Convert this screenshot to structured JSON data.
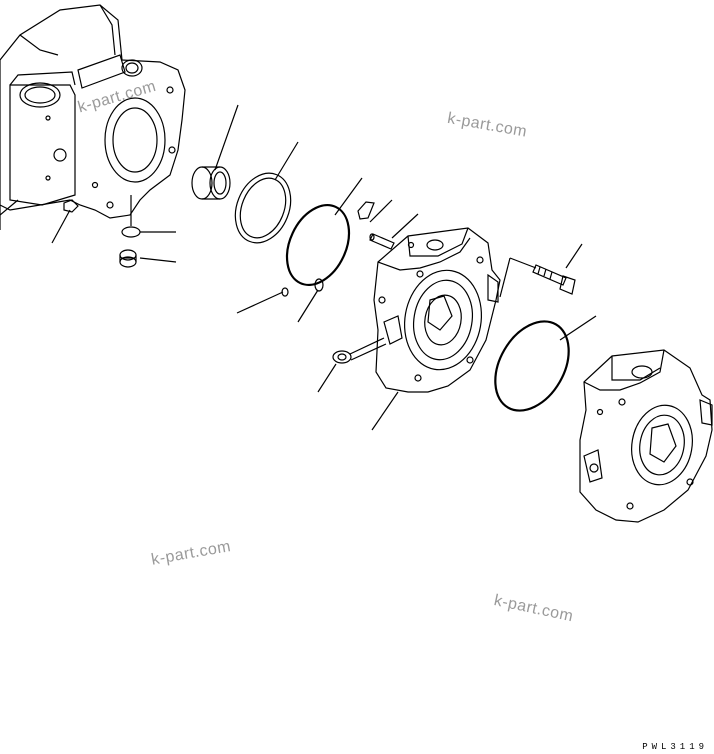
{
  "watermarks": {
    "w1": "k-part.com",
    "w2": "k-part.com",
    "w3": "k-part.com",
    "w4": "k-part.com"
  },
  "drawing_code": "PWL3119",
  "colors": {
    "line": "#000000",
    "watermark": "#9a9a9a",
    "background": "#ffffff"
  }
}
